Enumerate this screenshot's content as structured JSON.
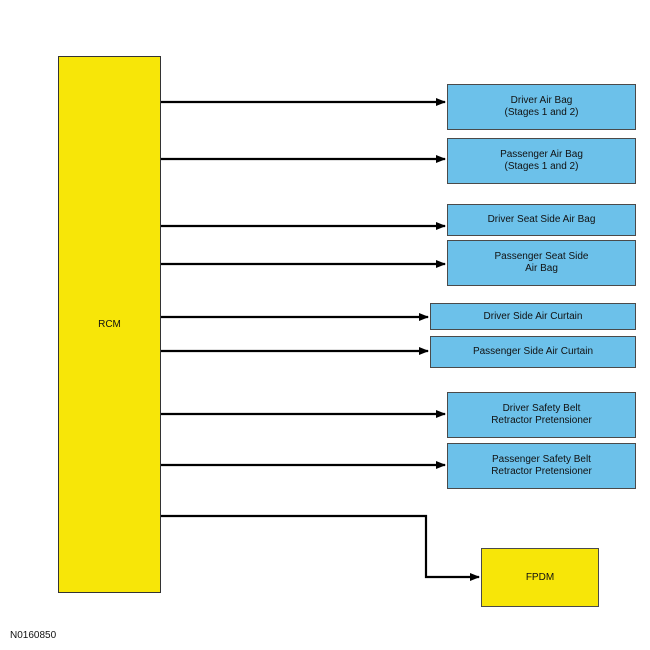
{
  "diagram": {
    "controller_label": "RCM",
    "outputs": [
      {
        "label": "Driver Air Bag\n(Stages 1 and 2)"
      },
      {
        "label": "Passenger Air Bag\n(Stages 1 and 2)"
      },
      {
        "label": "Driver Seat Side Air Bag"
      },
      {
        "label": "Passenger Seat Side\nAir Bag"
      },
      {
        "label": "Driver Side Air Curtain"
      },
      {
        "label": "Passenger Side Air Curtain"
      },
      {
        "label": "Driver Safety Belt\nRetractor Pretensioner"
      },
      {
        "label": "Passenger Safety Belt\nRetractor Pretensioner"
      },
      {
        "label": "FPDM"
      }
    ],
    "figure_code": "N0160850"
  }
}
